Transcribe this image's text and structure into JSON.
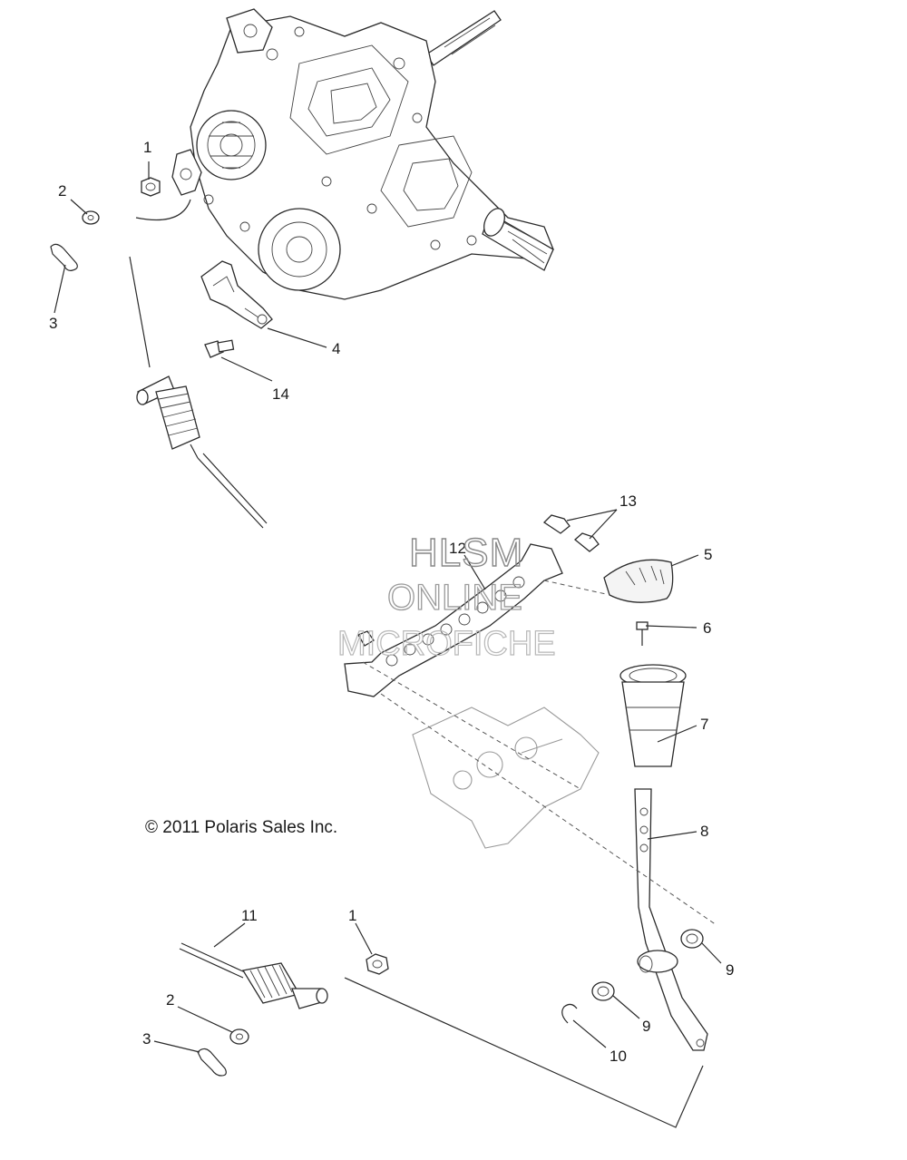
{
  "diagram": {
    "callouts": [
      "1",
      "2",
      "3",
      "4",
      "14",
      "13",
      "12",
      "5",
      "6",
      "7",
      "8",
      "9",
      "9",
      "10",
      "11",
      "1",
      "2",
      "3"
    ],
    "copyright": "© 2011 Polaris Sales Inc.",
    "watermark": {
      "line1": "HLSM",
      "line2": "ONLINE",
      "line3": "MICROFICHE"
    }
  }
}
